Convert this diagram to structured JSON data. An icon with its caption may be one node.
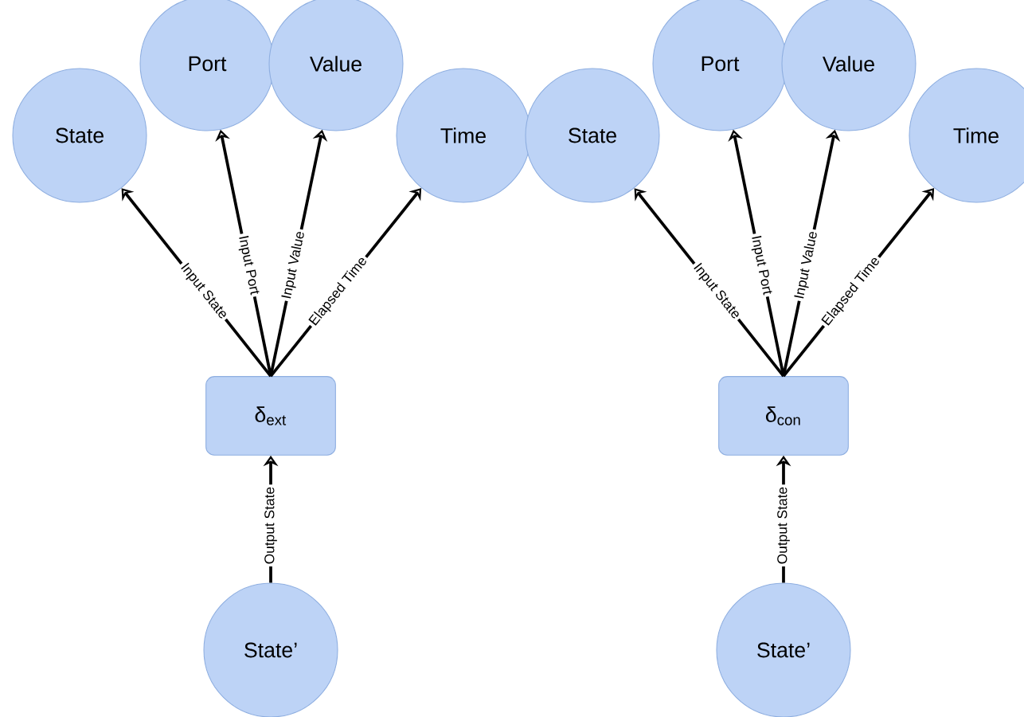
{
  "diagram": {
    "nodes": [
      {
        "text": [
          "State"
        ]
      },
      {
        "text": [
          "Port"
        ]
      },
      {
        "text": [
          "Value"
        ]
      },
      {
        "text": [
          "Time"
        ]
      },
      {
        "text": [
          "δ$_{ext}$"
        ]
      },
      {
        "text": [
          "State’"
        ]
      },
      {
        "text": [
          "State"
        ]
      },
      {
        "text": [
          "Port"
        ]
      },
      {
        "text": [
          "Value"
        ]
      },
      {
        "text": [
          "Time"
        ]
      },
      {
        "text": [
          "δ$_{con}$"
        ]
      },
      {
        "text": [
          "State’"
        ]
      }
    ],
    "edges": [
      {
        "from": 4,
        "to": 0,
        "arrow": "to",
        "label": "Input State"
      },
      {
        "from": 4,
        "to": 1,
        "arrow": "to",
        "label": "Input Port"
      },
      {
        "from": 4,
        "to": 2,
        "arrow": "to",
        "label": "Input Value"
      },
      {
        "from": 4,
        "to": 3,
        "arrow": "to",
        "label": "Elapsed Time"
      },
      {
        "from": 5,
        "to": 4,
        "arrow": "to",
        "label": "Output State"
      },
      {
        "from": 10,
        "to": 6,
        "arrow": "to",
        "label": "Input State"
      },
      {
        "from": 10,
        "to": 7,
        "arrow": "to",
        "label": "Input Port"
      },
      {
        "from": 10,
        "to": 8,
        "arrow": "to",
        "label": "Input Value"
      },
      {
        "from": 10,
        "to": 9,
        "arrow": "to",
        "label": "Elapsed Time"
      },
      {
        "from": 11,
        "to": 10,
        "arrow": "to",
        "label": "Output State"
      }
    ]
  }
}
